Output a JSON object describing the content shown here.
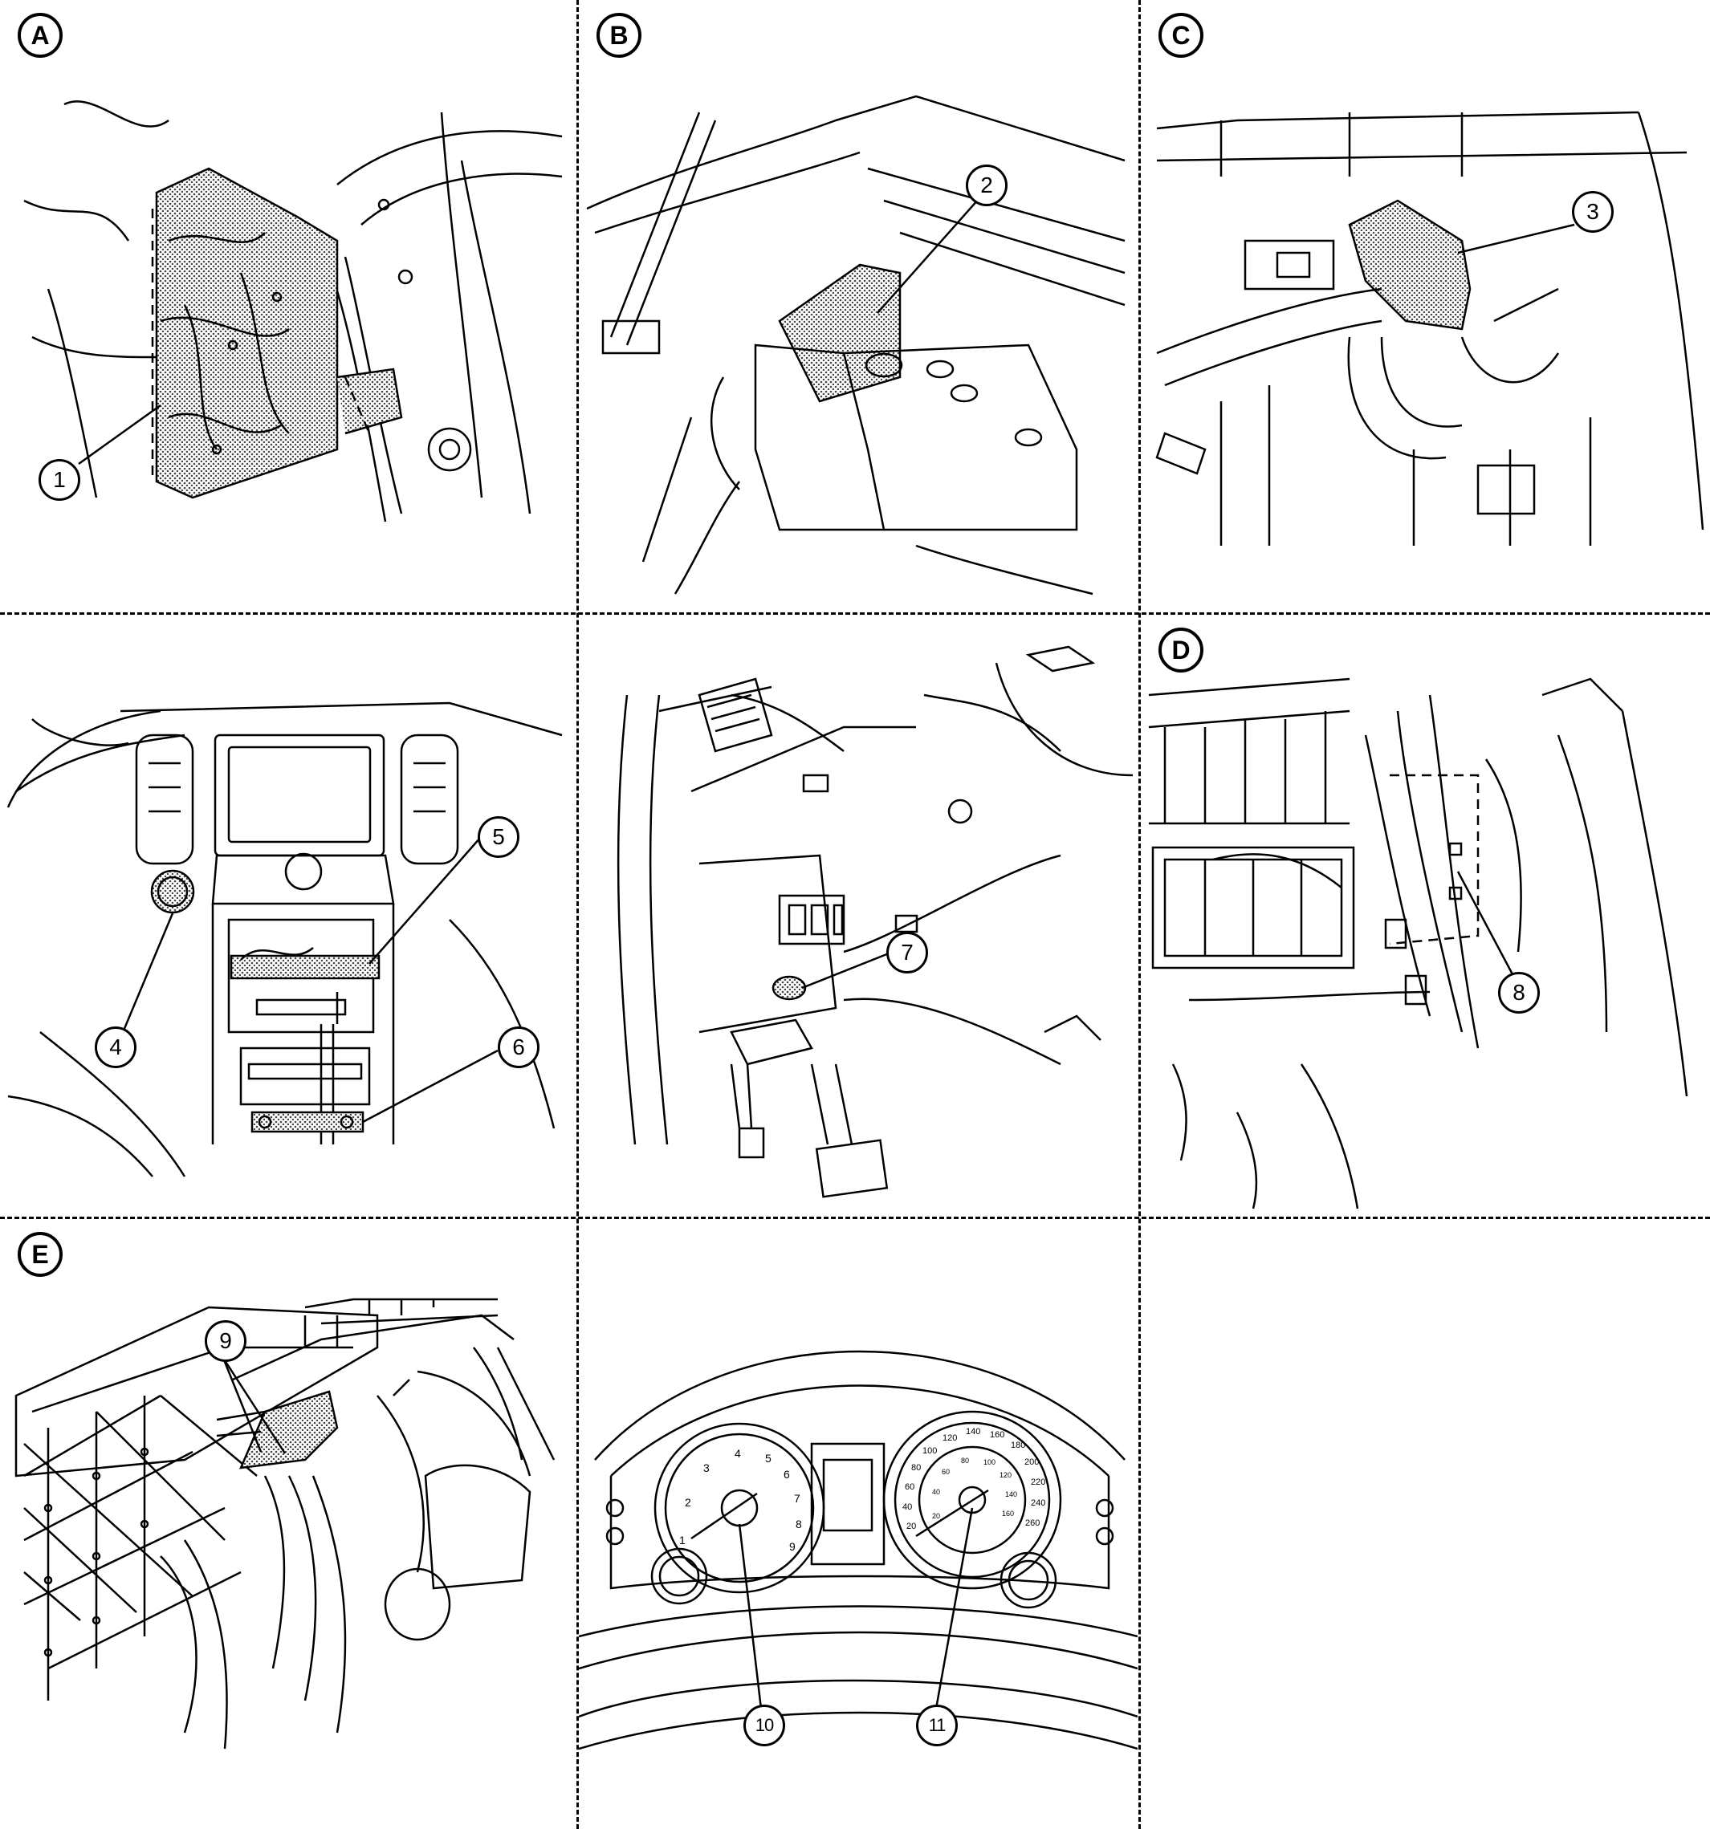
{
  "panels": [
    {
      "letter": "A",
      "callouts": [
        "1"
      ]
    },
    {
      "letter": "B",
      "callouts": [
        "2"
      ]
    },
    {
      "letter": "C",
      "callouts": [
        "3"
      ]
    },
    {
      "letter": "",
      "callouts": [
        "4",
        "5",
        "6"
      ]
    },
    {
      "letter": "",
      "callouts": [
        "7"
      ]
    },
    {
      "letter": "D",
      "callouts": [
        "8"
      ]
    },
    {
      "letter": "E",
      "callouts": [
        "9"
      ]
    },
    {
      "letter": "",
      "callouts": [
        "10",
        "11"
      ]
    }
  ],
  "gauges": {
    "tach_ticks": [
      "1",
      "2",
      "3",
      "4",
      "5",
      "6",
      "7",
      "8",
      "9"
    ],
    "speedo_outer": [
      "20",
      "40",
      "60",
      "80",
      "100",
      "120",
      "140",
      "160",
      "180",
      "200",
      "220",
      "240",
      "260"
    ],
    "speedo_inner": [
      "20",
      "40",
      "60",
      "80",
      "100",
      "120",
      "140",
      "160"
    ]
  },
  "style": {
    "line": "#000000",
    "fill": "#b8b8b8",
    "background": "#ffffff"
  }
}
